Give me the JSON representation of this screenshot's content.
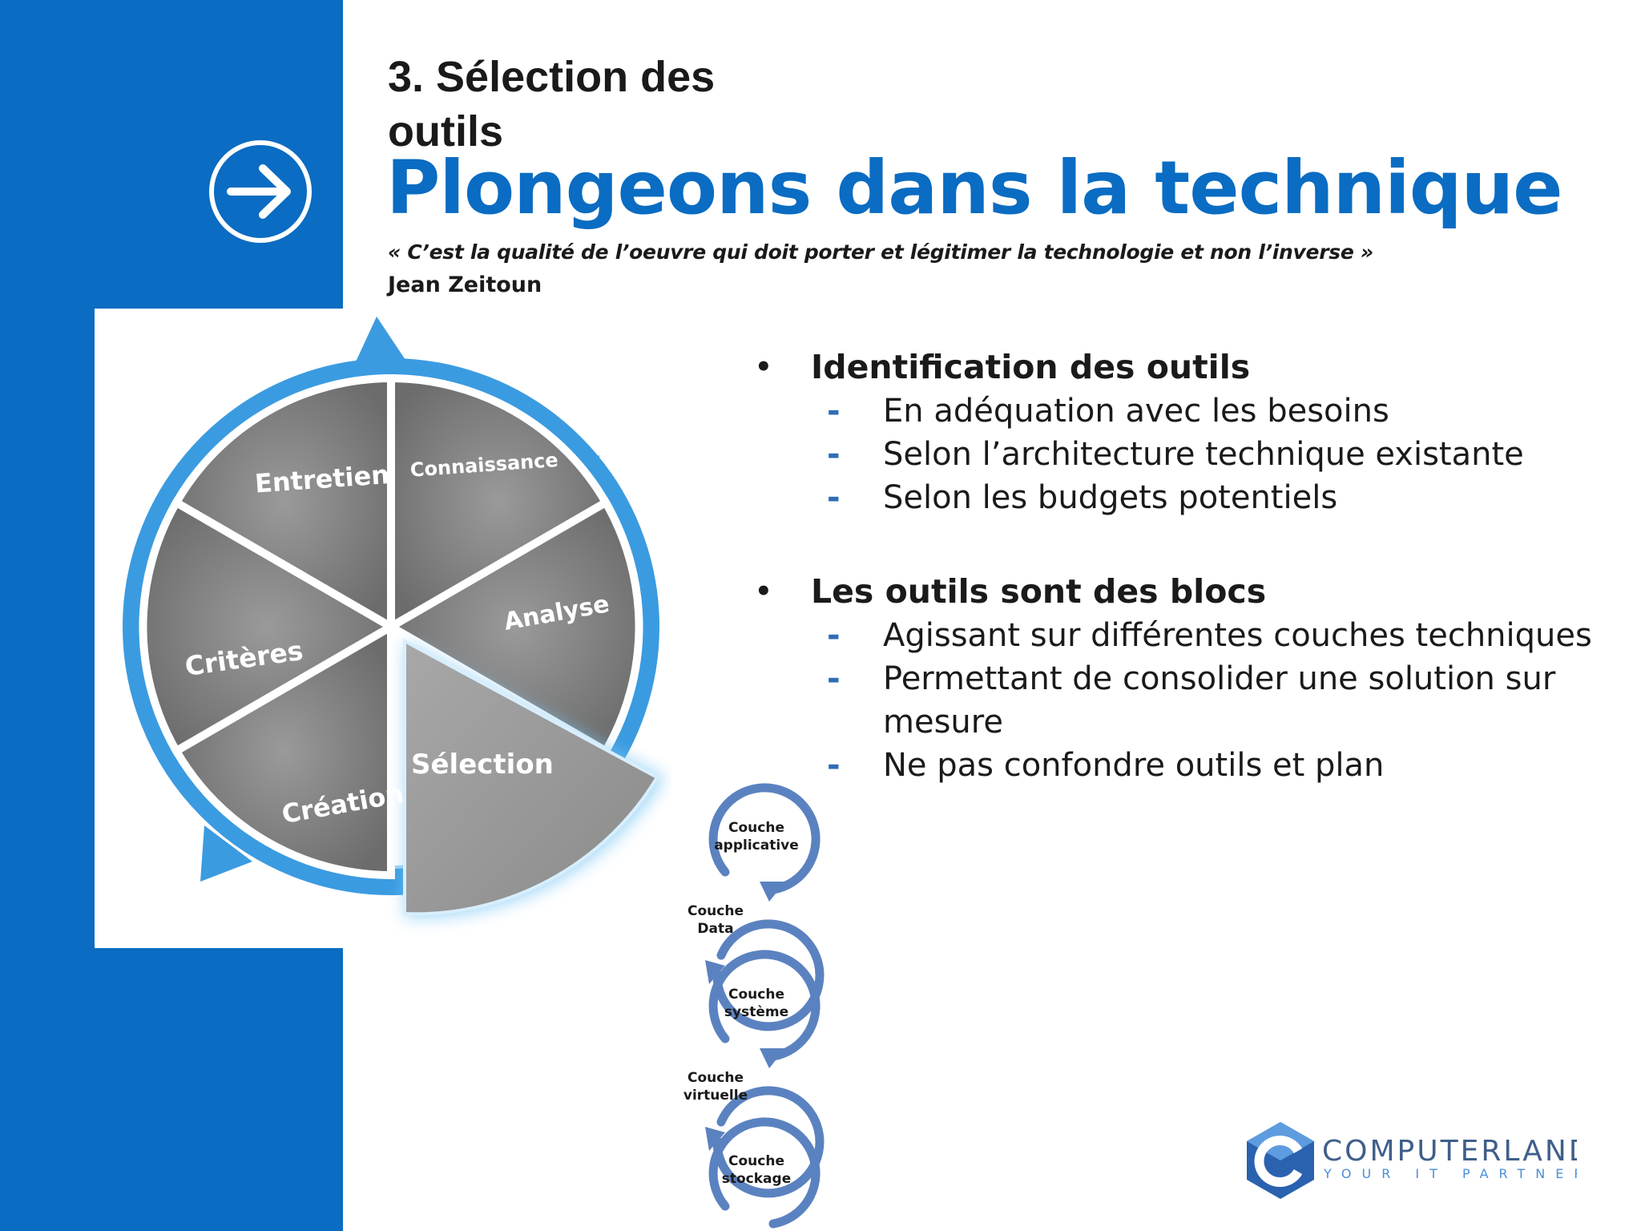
{
  "header": {
    "section_title_line1": "3. Sélection des",
    "section_title_line2": "outils",
    "main_title": "Plongeons dans la technique",
    "quote": "« C’est la qualité de l’oeuvre qui doit porter et légitimer la technologie et non l’inverse »",
    "author": "Jean Zeitoun"
  },
  "wheel": {
    "segments": [
      "Connaissance",
      "Analyse",
      "Sélection",
      "Création",
      "Critères",
      "Entretien"
    ],
    "highlighted": "Sélection"
  },
  "layers": {
    "items": [
      {
        "line1": "Couche",
        "line2": "applicative"
      },
      {
        "line1": "Couche",
        "line2": "Data"
      },
      {
        "line1": "Couche",
        "line2": "système"
      },
      {
        "line1": "Couche",
        "line2": "virtuelle"
      },
      {
        "line1": "Couche",
        "line2": "stockage"
      }
    ]
  },
  "bullets": [
    {
      "heading": "Identification des outils",
      "items": [
        "En adéquation avec les besoins",
        "Selon l’architecture technique existante",
        "Selon les budgets potentiels"
      ]
    },
    {
      "heading": "Les outils sont des blocs",
      "items": [
        "Agissant sur différentes couches techniques",
        "Permettant de consolider une solution sur mesure",
        "Ne pas confondre outils et plan"
      ]
    }
  ],
  "logo": {
    "name": "COMPUTERLAND",
    "tagline": "YOUR IT PARTNER"
  },
  "colors": {
    "sidebar_blue": "#0a6cc2",
    "title_blue": "#0a6cc2",
    "wheel_ring": "#3b9be0",
    "segment_gray": "#7d7d7d",
    "layer_ring": "#5b82c0"
  }
}
